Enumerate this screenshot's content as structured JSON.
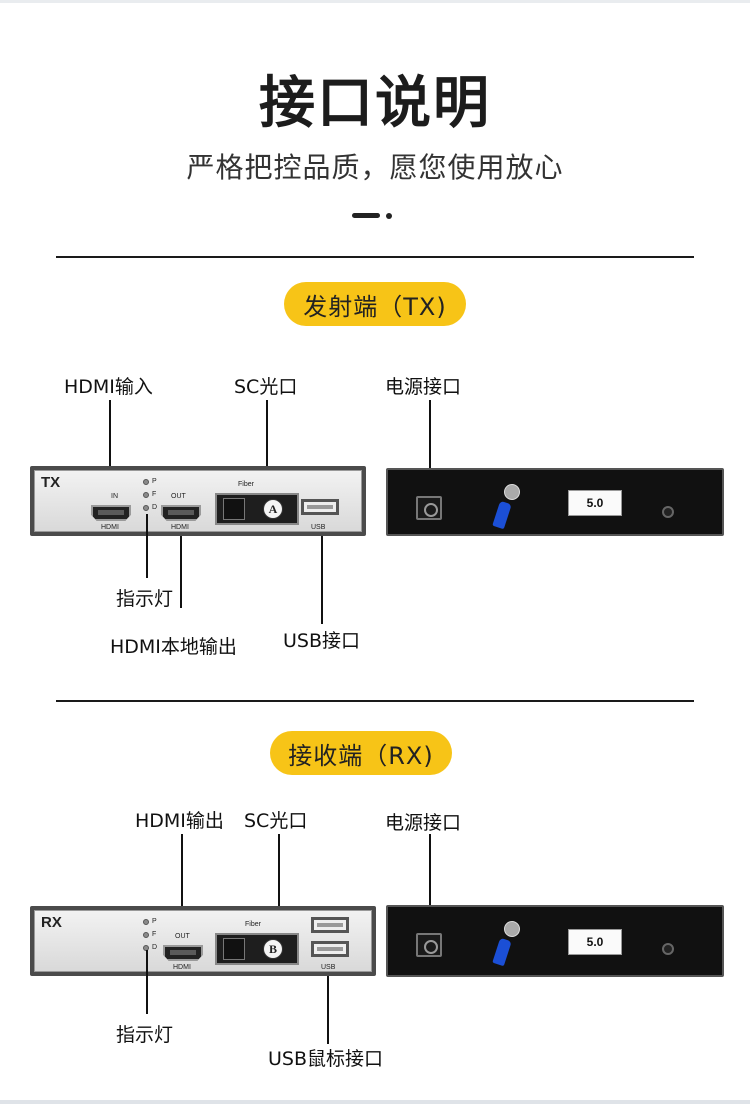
{
  "header": {
    "title": "接口说明",
    "subtitle": "严格把控品质，愿您使用放心"
  },
  "tx_section": {
    "pill": "发射端（TX)",
    "labels": {
      "hdmi_in": "HDMI输入",
      "sc_port": "SC光口",
      "power": "电源接口",
      "indicator": "指示灯",
      "hdmi_local_out": "HDMI本地输出",
      "usb": "USB接口"
    },
    "panel": {
      "tag": "TX",
      "leds": [
        "P",
        "F",
        "D"
      ],
      "in": "IN",
      "out": "OUT",
      "hdmi1": "HDMI",
      "hdmi2": "HDMI",
      "fiber": "Fiber",
      "fiber_letter": "A",
      "usb": "USB"
    },
    "back": {
      "voltage": "5.0"
    }
  },
  "rx_section": {
    "pill": "接收端（RX)",
    "labels": {
      "hdmi_out": "HDMI输出",
      "sc_port": "SC光口",
      "power": "电源接口",
      "indicator": "指示灯",
      "usb_mouse": "USB鼠标接口"
    },
    "panel": {
      "tag": "RX",
      "leds": [
        "P",
        "F",
        "D"
      ],
      "out": "OUT",
      "hdmi": "HDMI",
      "fiber": "Fiber",
      "fiber_letter": "B",
      "usb": "USB"
    },
    "back": {
      "voltage": "5.0"
    }
  },
  "colors": {
    "accent": "#f7c417",
    "text": "#1c1c1c"
  }
}
